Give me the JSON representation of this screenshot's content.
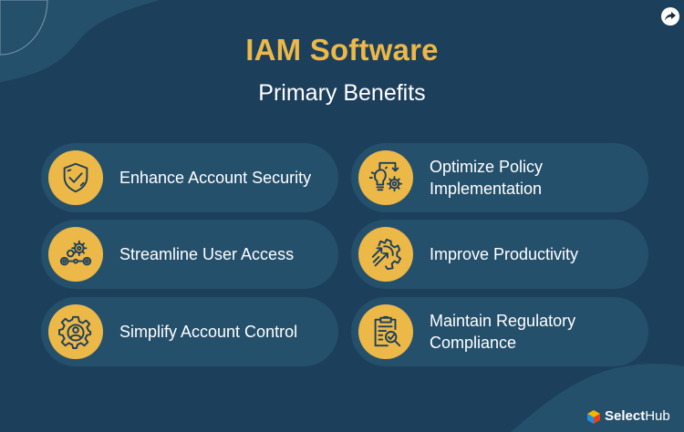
{
  "header": {
    "title": "IAM Software",
    "subtitle": "Primary Benefits"
  },
  "colors": {
    "background": "#1c3f5c",
    "card": "#25506c",
    "accent": "#ecb847",
    "icon_stroke": "#1c3f5c",
    "text": "#ffffff"
  },
  "benefits": [
    {
      "label": "Enhance Account Security",
      "icon": "shield-check-icon"
    },
    {
      "label": "Optimize Policy Implementation",
      "icon": "lightbulb-gear-icon"
    },
    {
      "label": "Streamline User Access",
      "icon": "gears-conveyor-icon"
    },
    {
      "label": "Improve Productivity",
      "icon": "gear-arrows-icon"
    },
    {
      "label": "Simplify Account Control",
      "icon": "gear-user-icon"
    },
    {
      "label": "Maintain Regulatory Compliance",
      "icon": "clipboard-check-magnifier-icon"
    }
  ],
  "share": {
    "icon": "share-arrow-icon"
  },
  "brand": {
    "bold": "Select",
    "regular": "Hub"
  }
}
